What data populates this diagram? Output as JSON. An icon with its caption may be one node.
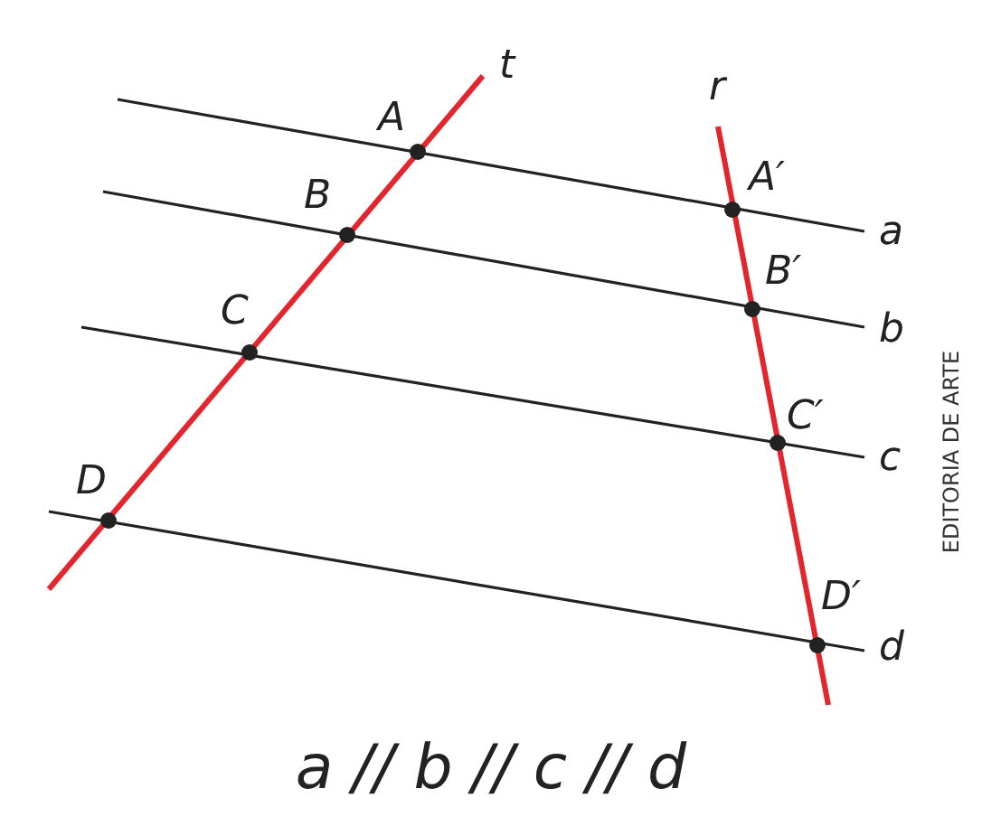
{
  "diagram": {
    "caption": "a // b // c // d",
    "labels": [
      "t",
      "r",
      "A",
      "A′",
      "a",
      "B",
      "B′",
      "b",
      "C",
      "C′",
      "c",
      "D",
      "D′",
      "d",
      "EDITORIA DE ARTE"
    ]
  }
}
